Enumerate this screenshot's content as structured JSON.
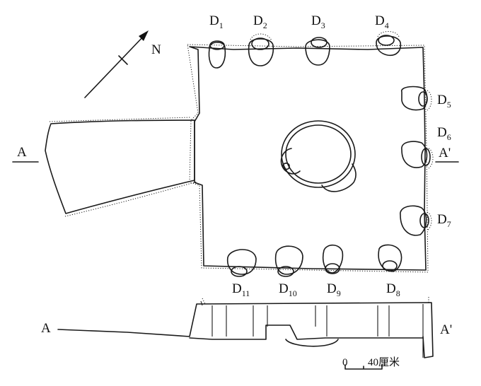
{
  "north_label": "N",
  "section_labels": {
    "a_left": "A",
    "a_right": "A'"
  },
  "postholes": [
    {
      "id": "D1",
      "base": "D",
      "sub": "1"
    },
    {
      "id": "D2",
      "base": "D",
      "sub": "2"
    },
    {
      "id": "D3",
      "base": "D",
      "sub": "3"
    },
    {
      "id": "D4",
      "base": "D",
      "sub": "4"
    },
    {
      "id": "D5",
      "base": "D",
      "sub": "5"
    },
    {
      "id": "D6",
      "base": "D",
      "sub": "6"
    },
    {
      "id": "D7",
      "base": "D",
      "sub": "7"
    },
    {
      "id": "D8",
      "base": "D",
      "sub": "8"
    },
    {
      "id": "D9",
      "base": "D",
      "sub": "9"
    },
    {
      "id": "D10",
      "base": "D",
      "sub": "10"
    },
    {
      "id": "D11",
      "base": "D",
      "sub": "11"
    }
  ],
  "scale": {
    "zero": "0",
    "label": "40厘米"
  }
}
